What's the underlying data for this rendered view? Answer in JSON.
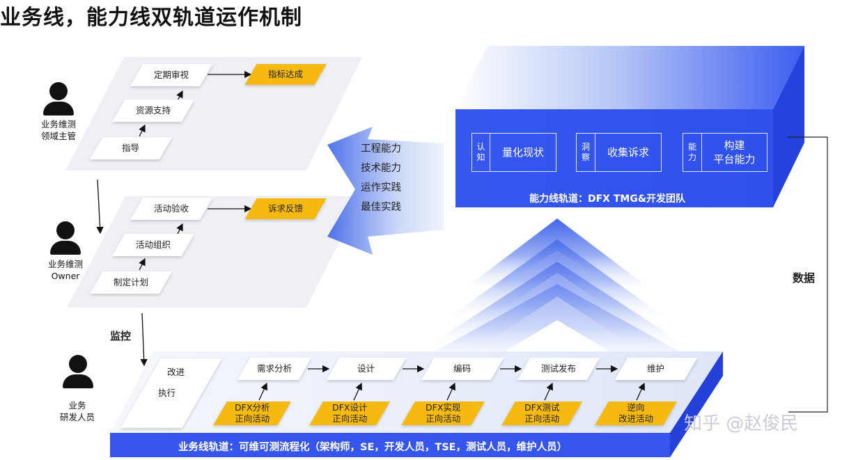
{
  "title": "业务线，能力线双轨道运作机制",
  "roles": {
    "manager": "业务维测\n领域主管",
    "owner": "业务维测\nOwner",
    "developer": "业务\n研发人员"
  },
  "plane1": {
    "top": "定期审视",
    "mid": "资源支持",
    "bottom": "指导",
    "goal": "指标达成"
  },
  "plane2": {
    "top": "活动验收",
    "mid": "活动组织",
    "bottom": "制定计划",
    "goal": "诉求反馈"
  },
  "capabilities": [
    "工程能力",
    "技术能力",
    "运作实践",
    "最佳实践"
  ],
  "monitor_label": "监控",
  "data_label": "数据",
  "ability_track": {
    "label": "能力线轨道：DFX TMG&开发团队",
    "modules": [
      {
        "tag": "认\n知",
        "name": "量化现状"
      },
      {
        "tag": "洞\n察",
        "name": "收集诉求"
      },
      {
        "tag": "能\n力",
        "name": "构建\n平台能力"
      }
    ]
  },
  "business_track": {
    "label": "业务线轨道：可维可测流程化（架构师，SE，开发人员，TSE，测试人员，维护人员）",
    "side": {
      "top": "改进",
      "bottom": "执行"
    },
    "steps": [
      "需求分析",
      "设计",
      "编码",
      "测试发布",
      "维护"
    ],
    "activities": [
      "DFX分析\n正向活动",
      "DFX设计\n正向活动",
      "DFX实现\n正向活动",
      "DFX测试\n正向活动",
      "逆向\n改进活动"
    ]
  },
  "watermark": "知乎 @赵俊民"
}
